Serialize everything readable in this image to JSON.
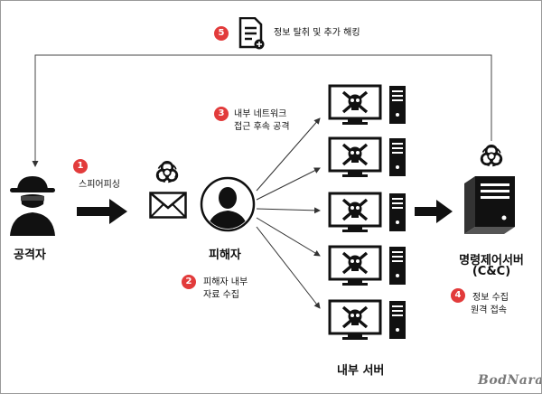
{
  "steps": {
    "s1": {
      "num": "1",
      "text": "스피어피싱"
    },
    "s2": {
      "num": "2",
      "line1": "피해자 내부",
      "line2": "자료 수집"
    },
    "s3": {
      "num": "3",
      "line1": "내부 네트워크",
      "line2": "접근 후속 공격"
    },
    "s4": {
      "num": "4",
      "line1": "정보 수집",
      "line2": "원격 접속"
    },
    "s5": {
      "num": "5",
      "text": "정보 탈취 및 추가 해킹"
    }
  },
  "nodes": {
    "attacker": "공격자",
    "victim": "피해자",
    "cc_line1": "명령제어서버",
    "cc_line2": "(C&C)",
    "internal_servers": "내부 서버"
  },
  "watermark": "BodNara",
  "colors": {
    "badge": "#e23b3b",
    "ink": "#111111",
    "line": "#444444"
  }
}
